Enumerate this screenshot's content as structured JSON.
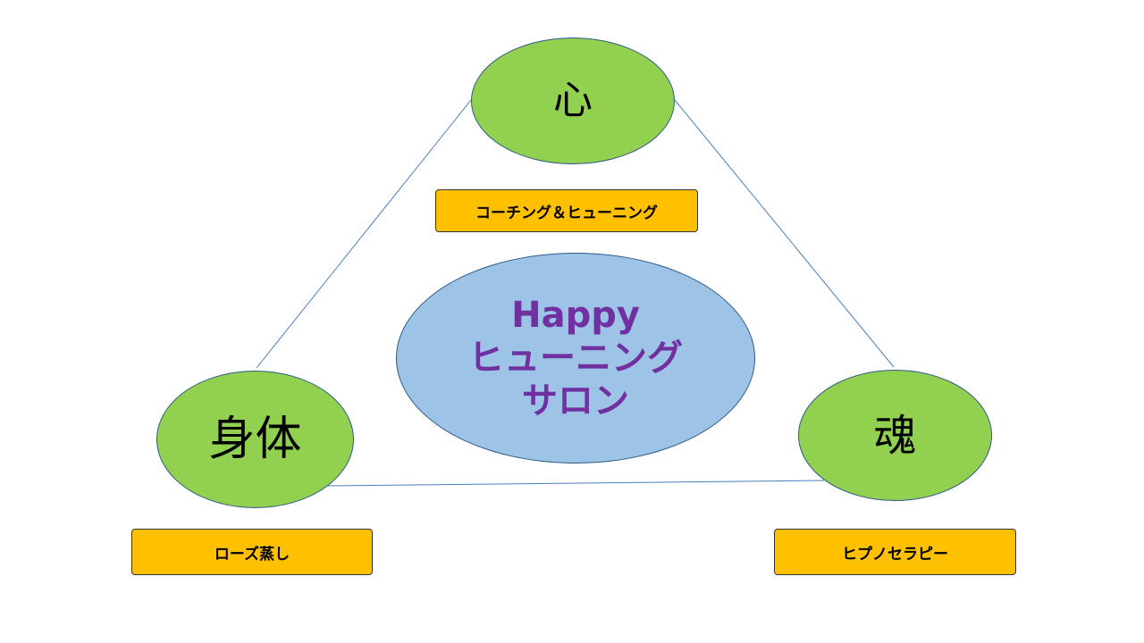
{
  "colors": {
    "node_fill": "#92d050",
    "center_fill": "#9dc3e6",
    "center_text": "#7030a0",
    "label_fill": "#ffc000",
    "connector": "#4a7ebb"
  },
  "nodes": {
    "heart": {
      "text": "心"
    },
    "body": {
      "text": "身体"
    },
    "soul": {
      "text": "魂"
    }
  },
  "center": {
    "lines": [
      "Happy",
      "ヒューニング",
      "サロン"
    ]
  },
  "labels": {
    "heart": "コーチング＆ヒューニング",
    "body": "ローズ蒸し",
    "soul": "ヒプノセラピー"
  }
}
